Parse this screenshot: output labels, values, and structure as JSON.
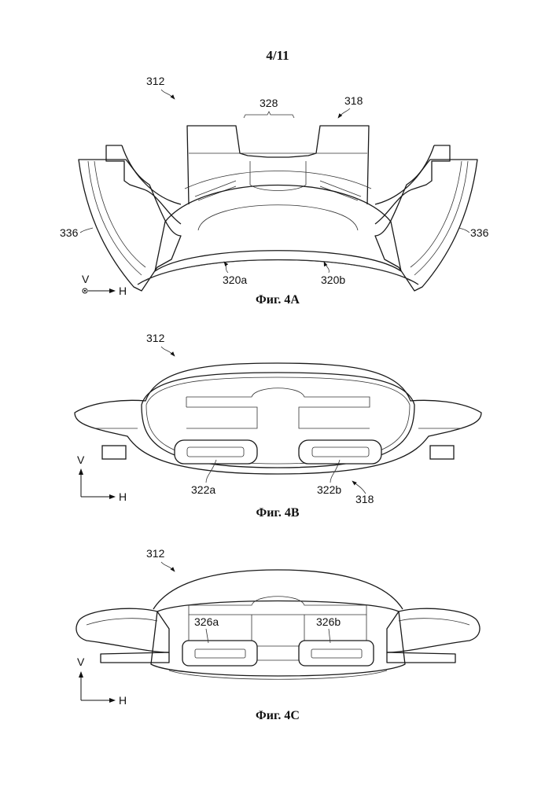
{
  "page_number": "4/11",
  "figures": [
    {
      "caption": "Фиг. 4A",
      "labels": {
        "assembly": "312",
        "group": "328",
        "part": "318",
        "left_wing": "336",
        "right_wing": "336",
        "recess_a": "320a",
        "recess_b": "320b"
      },
      "axes": {
        "v": "V",
        "h": "H"
      }
    },
    {
      "caption": "Фиг. 4B",
      "labels": {
        "assembly": "312",
        "slot_a": "322a",
        "slot_b": "322b",
        "part": "318"
      },
      "axes": {
        "v": "V",
        "h": "H"
      }
    },
    {
      "caption": "Фиг. 4C",
      "labels": {
        "assembly": "312",
        "slot_a": "326a",
        "slot_b": "326b"
      },
      "axes": {
        "v": "V",
        "h": "H"
      }
    }
  ]
}
